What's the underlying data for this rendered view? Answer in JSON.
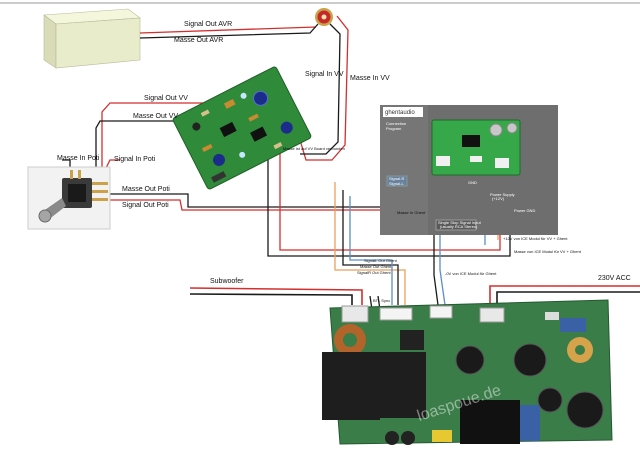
{
  "labels": {
    "signal_out_avr": "Signal Out AVR",
    "masse_out_avr": "Masse Out AVR",
    "signal_in_vv": "Signal In VV",
    "masse_in_vv": "Masse In VV",
    "signal_out_vv": "Signal Out VV",
    "masse_out_vv": "Masse Out VV",
    "masse_in_poti": "Masse In Poti",
    "signal_in_poti": "Signal In Poti",
    "masse_out_poti": "Masse Out Poti",
    "signal_out_poti": "Signal Out Poti",
    "masse_vv_note": "Masse ist auf VV Board verbunden",
    "masse_in_ghent": "Masse In Ghent",
    "v12_ice_vv": "+12V von ICE Modul für VV + Ghent",
    "masse_ice_vv": "Masse von ICE Modul für VV + Ghent",
    "v0_ice_ghent": "-0V von ICE Modul für Ghent",
    "signal_out_ghent": "SignalL Out Ghent",
    "masse_out_ghent": "Masse Out Ghent",
    "signalr_out_ghent": "SignalR Out Ghent",
    "subwoofer": "Subwoofer",
    "btl_sync": "BTL Sync",
    "ac230": "230V ACC"
  },
  "ghent": {
    "brand": "ghentaudio",
    "caption_line1": "Connection",
    "caption_line2": "Program",
    "signal_r": "Signal-R",
    "signal_l": "Signal-L",
    "gnd": "GND",
    "power_line1": "Power Supply",
    "power_line2": "(+12V)",
    "power_gnd": "Power GND",
    "input_line1": "Single Stop Signal Input",
    "input_line2": "(usually RCA Stereo)"
  },
  "watermark": "loaspoue.de",
  "colors": {
    "wire_red": "#d32f2f",
    "wire_black": "#1a1a1a",
    "wire_orange": "#e8a05a",
    "wire_blue": "#5b8fc7",
    "wire_yellow": "#e8c830",
    "wire_grey": "#888888",
    "pcb_green": "#2f8a3a",
    "ice_green": "#3a7d48"
  }
}
